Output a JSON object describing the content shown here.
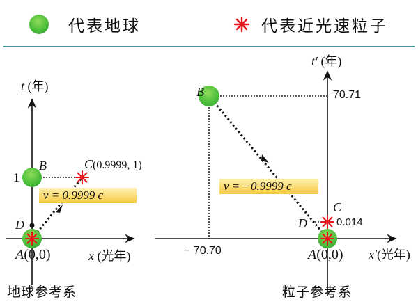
{
  "legend": {
    "earth_label": "代表地球",
    "particle_label": "代表近光速粒子",
    "earth_icon": "green-circle",
    "particle_icon": "red-star",
    "earth_color": "#4cbf3b",
    "particle_color": "#e8141e",
    "divider_color": "#4a9aa0"
  },
  "left_frame": {
    "caption": "地球参考系",
    "t_axis_label": "t",
    "t_axis_unit": "(年)",
    "x_axis_label": "x",
    "x_axis_unit": "(光年)",
    "t_tick": "1",
    "point_B": "B",
    "point_C": "C",
    "point_C_coords": "(0.9999, 1)",
    "point_D": "D",
    "point_A": "A",
    "point_A_coords": "(0,0)",
    "velocity_label": "v = 0.9999 c"
  },
  "right_frame": {
    "caption": "粒子参考系",
    "t_axis_label": "t′",
    "t_axis_unit": "(年)",
    "x_axis_label": "x′",
    "x_axis_unit": "(光年)",
    "t_tick": "70.71",
    "x_tick": "− 70.70",
    "c_tick": "0.014",
    "point_B": "B",
    "point_C": "C",
    "point_D": "D",
    "point_A": "A",
    "point_A_coords": "(0,0)",
    "velocity_label": "v = −0.9999 c"
  },
  "chart_data": {
    "type": "scatter",
    "title": "",
    "panels": [
      {
        "name": "地球参考系",
        "xlabel": "x (光年)",
        "ylabel": "t (年)",
        "points": [
          {
            "label": "A",
            "x": 0,
            "t": 0,
            "object": "earth+particle"
          },
          {
            "label": "B",
            "x": 0,
            "t": 1,
            "object": "earth"
          },
          {
            "label": "C",
            "x": 0.9999,
            "t": 1,
            "object": "particle"
          },
          {
            "label": "D",
            "x": 0,
            "t": 0.014,
            "object": "event"
          }
        ],
        "worldline_velocity": "0.9999 c"
      },
      {
        "name": "粒子参考系",
        "xlabel": "x′ (光年)",
        "ylabel": "t′ (年)",
        "points": [
          {
            "label": "A",
            "x": 0,
            "t": 0,
            "object": "earth+particle"
          },
          {
            "label": "B",
            "x": -70.7,
            "t": 70.71,
            "object": "earth"
          },
          {
            "label": "C",
            "x": 0,
            "t": 0.014,
            "object": "particle"
          },
          {
            "label": "D",
            "x": 0,
            "t": 0.014,
            "object": "event"
          }
        ],
        "worldline_velocity": "-0.9999 c"
      }
    ]
  }
}
